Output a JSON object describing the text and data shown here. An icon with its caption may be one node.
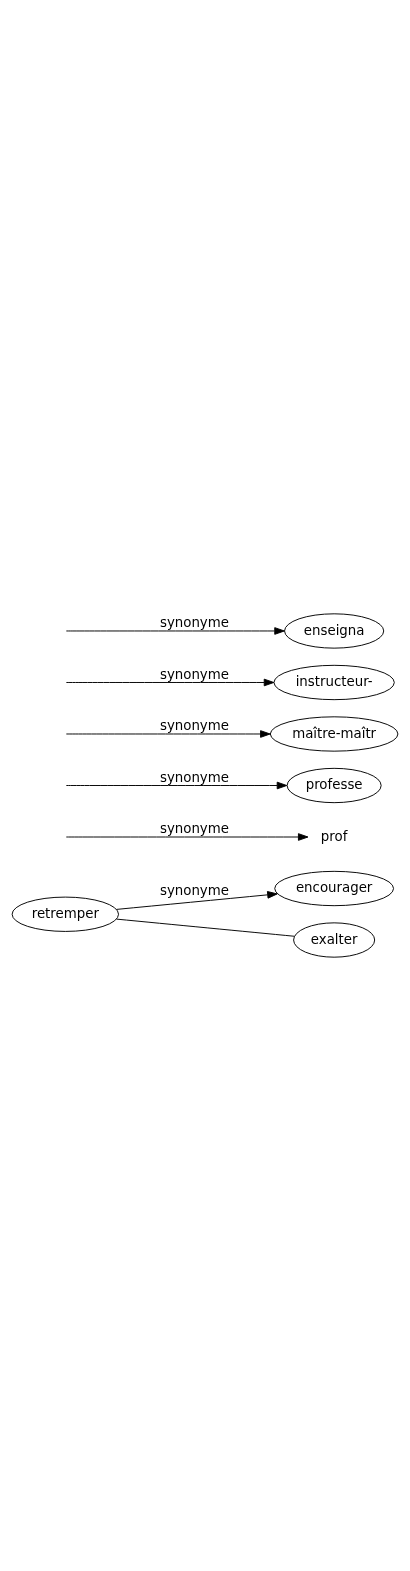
{
  "diagram": {
    "nodes": [
      {
        "text": [
          "retremper"
        ]
      },
      {
        "text": [
          "encourager"
        ]
      },
      {
        "text": [
          "exalter"
        ]
      },
      {
        "text": [
          "prof"
        ]
      },
      {
        "text": [
          "professe"
        ]
      },
      {
        "text": [
          "maître-maîtr"
        ]
      },
      {
        "text": [
          "instructeur-"
        ]
      },
      {
        "text": [
          "enseigna"
        ]
      }
    ],
    "edges": [
      {
        "from": 0,
        "to": 1,
        "arrow": "to",
        "label": "synonyme"
      },
      {
        "from": 0,
        "to": 2,
        "arrow": "none"
      },
      {
        "from": null,
        "to": 3,
        "arrow": "to",
        "label": "synonyme"
      },
      {
        "from": null,
        "to": 4,
        "arrow": "to",
        "label": "synonyme"
      },
      {
        "from": null,
        "to": 5,
        "arrow": "to",
        "label": "synonyme"
      },
      {
        "from": null,
        "to": 6,
        "arrow": "to",
        "label": "synonyme"
      },
      {
        "from": null,
        "to": 7,
        "arrow": "to",
        "label": "synonyme"
      }
    ]
  }
}
